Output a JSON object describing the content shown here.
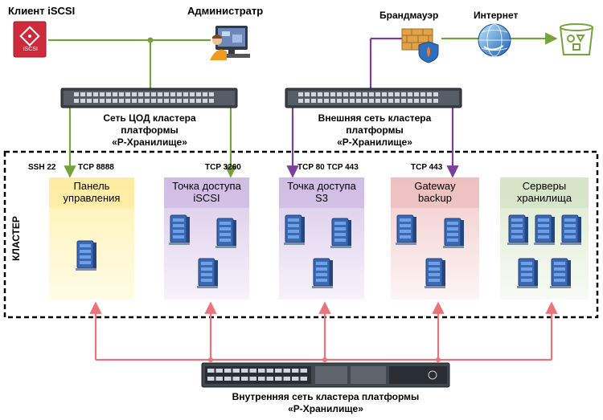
{
  "top": {
    "iscsi_client": "Клиент iSCSI",
    "iscsi_badge": "iSCSI",
    "admin": "Администратр",
    "firewall": "Брандмауэр",
    "internet": "Интернет"
  },
  "switches": {
    "dc_network": [
      "Сеть ЦОД  кластера",
      "платформы",
      "«Р-Хранилище»"
    ],
    "external_network": [
      "Внешняя сеть кластера",
      "платформы",
      "«Р-Хранилище»"
    ],
    "internal_network": [
      "Внутренняя сеть кластера платформы",
      "«Р-Хранилище»"
    ]
  },
  "cluster": {
    "label": "КЛАСТЕР",
    "ports": {
      "ssh": "SSH 22",
      "tcp8888": "TCP 8888",
      "tcp3260": "TCP 3260",
      "tcp80_443": "TCP 80 TCP 443",
      "tcp443": "TCP 443"
    },
    "cards": [
      {
        "title": [
          "Панель",
          "управления"
        ],
        "color": "#fff6c8"
      },
      {
        "title": [
          "Точка доступа",
          "iSCSI"
        ],
        "color": "#e6dcf0"
      },
      {
        "title": [
          "Точка доступа",
          "S3"
        ],
        "color": "#e6dcf0"
      },
      {
        "title": [
          "Gateway",
          "backup"
        ],
        "color": "#f6dcdc"
      },
      {
        "title": [
          "Серверы",
          "хранилища"
        ],
        "color": "#e6efdb"
      }
    ]
  },
  "colors": {
    "green_link": "#77a33f",
    "purple_link": "#7b3f9e",
    "red_link": "#e9747a",
    "server": "#3b68b3"
  }
}
